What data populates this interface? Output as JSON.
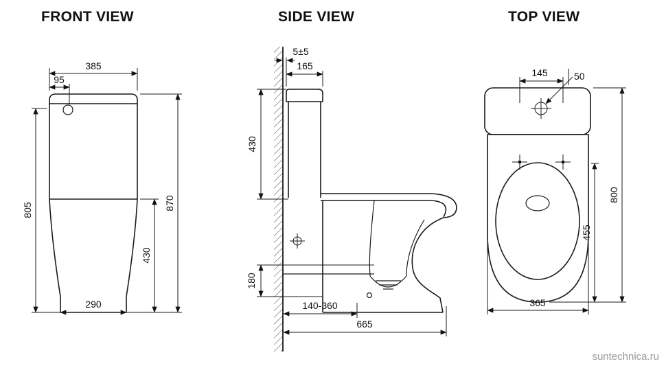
{
  "titles": {
    "front": "FRONT VIEW",
    "side": "SIDE VIEW",
    "top": "TOP VIEW"
  },
  "front_view": {
    "dim_width_top": "385",
    "dim_button_offset": "95",
    "dim_height_left": "805",
    "dim_height_right": "870",
    "dim_lower_height": "430",
    "dim_base_width": "290"
  },
  "side_view": {
    "dim_wall_gap": "5±5",
    "dim_tank_depth": "165",
    "dim_tank_height": "430",
    "dim_outlet_height": "180",
    "dim_outlet_range": "140-360",
    "dim_total_depth": "665"
  },
  "top_view": {
    "dim_hole_spacing": "145",
    "dim_hole_diameter": "50",
    "dim_total_length": "800",
    "dim_seat_length": "455",
    "dim_bowl_width": "365"
  },
  "watermark": "suntechnica.ru"
}
